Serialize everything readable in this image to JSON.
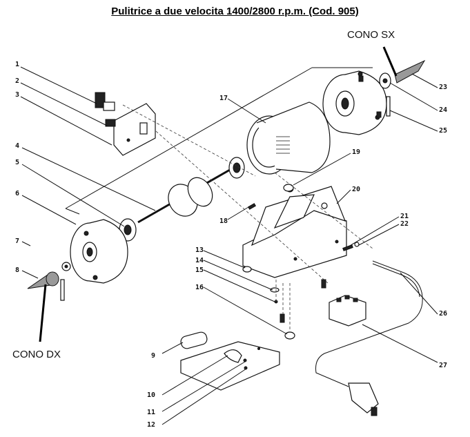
{
  "title": "Pulitrice a due velocita 1400/2800 r.p.m. (Cod. 905)",
  "cone_labels": {
    "left": "CONO DX",
    "right": "CONO SX"
  },
  "part_numbers": [
    "1",
    "2",
    "3",
    "4",
    "5",
    "6",
    "7",
    "8",
    "9",
    "10",
    "11",
    "12",
    "13",
    "14",
    "15",
    "16",
    "17",
    "18",
    "19",
    "20",
    "21",
    "22",
    "23",
    "24",
    "25",
    "26",
    "27"
  ]
}
